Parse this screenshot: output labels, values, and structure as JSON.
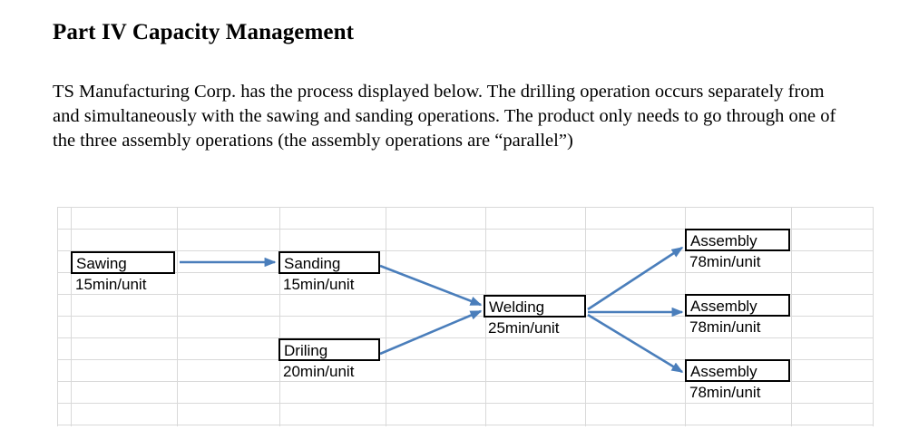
{
  "document": {
    "title": "Part IV Capacity Management",
    "body": "TS Manufacturing Corp. has the process displayed below. The drilling operation occurs separately from and simultaneously with the sawing and sanding operations. The product only needs to go through one of the three assembly operations (the assembly operations are “parallel”)"
  },
  "diagram": {
    "type": "process-flow",
    "arrow_color": "#4A7EBB",
    "box_border_color": "#000000",
    "gridline_color": "#D9D9D9",
    "nodes": [
      {
        "id": "sawing",
        "label": "Sawing",
        "rate": "15min/unit"
      },
      {
        "id": "sanding",
        "label": "Sanding",
        "rate": "15min/unit"
      },
      {
        "id": "driling",
        "label": "Driling",
        "rate": "20min/unit"
      },
      {
        "id": "welding",
        "label": "Welding",
        "rate": "25min/unit"
      },
      {
        "id": "assembly1",
        "label": "Assembly",
        "rate": "78min/unit"
      },
      {
        "id": "assembly2",
        "label": "Assembly",
        "rate": "78min/unit"
      },
      {
        "id": "assembly3",
        "label": "Assembly",
        "rate": "78min/unit"
      }
    ],
    "edges": [
      {
        "from": "sawing",
        "to": "sanding"
      },
      {
        "from": "sanding",
        "to": "welding"
      },
      {
        "from": "driling",
        "to": "welding"
      },
      {
        "from": "welding",
        "to": "assembly1"
      },
      {
        "from": "welding",
        "to": "assembly2"
      },
      {
        "from": "welding",
        "to": "assembly3"
      }
    ]
  }
}
